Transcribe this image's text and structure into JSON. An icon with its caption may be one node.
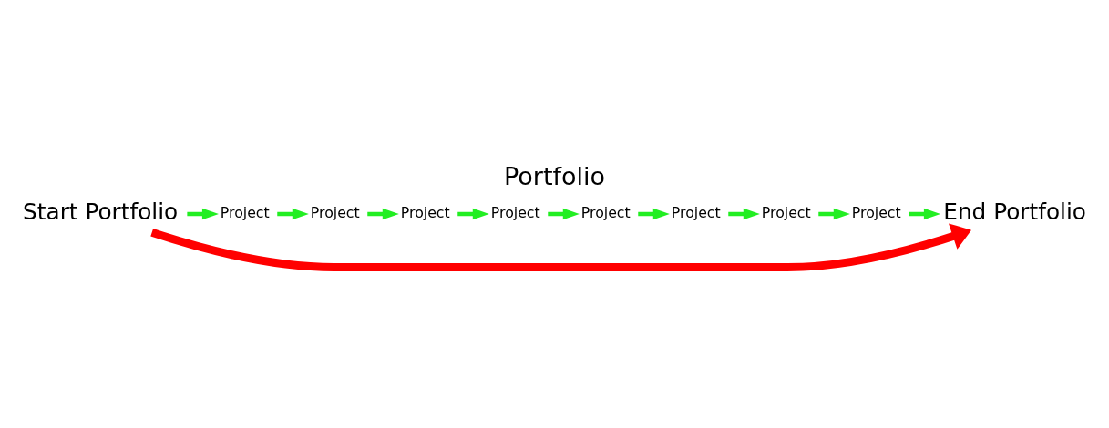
{
  "diagram": {
    "title": "Portfolio",
    "nodes": [
      {
        "text": [
          "Start Portfolio"
        ]
      },
      {
        "text": [
          "Project"
        ]
      },
      {
        "text": [
          "Project"
        ]
      },
      {
        "text": [
          "Project"
        ]
      },
      {
        "text": [
          "Project"
        ]
      },
      {
        "text": [
          "Project"
        ]
      },
      {
        "text": [
          "Project"
        ]
      },
      {
        "text": [
          "Project"
        ]
      },
      {
        "text": [
          "Project"
        ]
      },
      {
        "text": [
          "End Portfolio"
        ]
      }
    ],
    "edges": [
      {
        "from": 0,
        "to": 9,
        "arrow": "to",
        "style": "thick",
        "color": "#ff0000"
      },
      {
        "from": 0,
        "to": 1,
        "arrow": "to"
      },
      {
        "from": 1,
        "to": 2,
        "arrow": "to"
      },
      {
        "from": 2,
        "to": 3,
        "arrow": "to"
      },
      {
        "from": 3,
        "to": 4,
        "arrow": "to"
      },
      {
        "from": 4,
        "to": 5,
        "arrow": "to"
      },
      {
        "from": 5,
        "to": 6,
        "arrow": "to"
      },
      {
        "from": 6,
        "to": 7,
        "arrow": "to"
      },
      {
        "from": 7,
        "to": 8,
        "arrow": "to"
      },
      {
        "from": 8,
        "to": 9,
        "arrow": "to"
      }
    ]
  }
}
